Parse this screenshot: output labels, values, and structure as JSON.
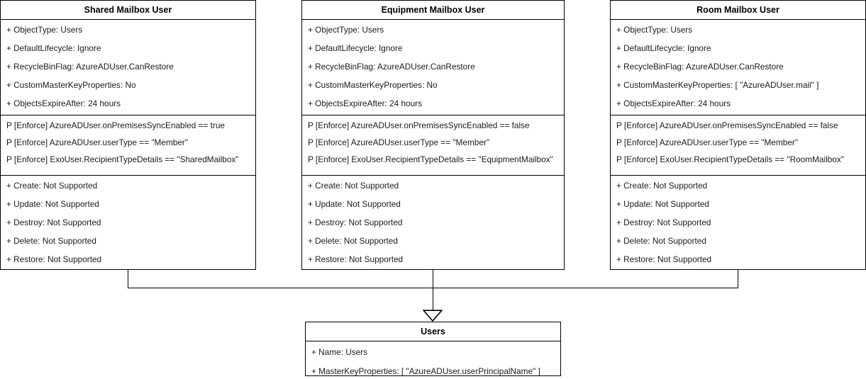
{
  "diagram": {
    "type": "uml-class-diagram",
    "relationship": "generalization",
    "arrowhead": "hollow-triangle"
  },
  "classes": [
    {
      "id": "shared",
      "name": "Shared Mailbox User",
      "attributes": [
        "+ ObjectType: Users",
        "+ DefaultLifecycle: Ignore",
        "+ RecycleBinFlag: AzureADUser.CanRestore",
        "+ CustomMasterKeyProperties: No",
        "+ ObjectsExpireAfter: 24 hours"
      ],
      "constraints": [
        "P [Enforce] AzureADUser.onPremisesSyncEnabled == true",
        "P [Enforce] AzureADUser.userType == \"Member\"",
        "P [Enforce] ExoUser.RecipientTypeDetails == \"SharedMailbox\""
      ],
      "operations": [
        "+ Create: Not Supported",
        "+ Update: Not Supported",
        "+ Destroy: Not Supported",
        "+ Delete: Not Supported",
        "+ Restore: Not Supported"
      ]
    },
    {
      "id": "equipment",
      "name": "Equipment Mailbox User",
      "attributes": [
        "+ ObjectType: Users",
        "+ DefaultLifecycle: Ignore",
        "+ RecycleBinFlag: AzureADUser.CanRestore",
        "+ CustomMasterKeyProperties: No",
        "+ ObjectsExpireAfter: 24 hours"
      ],
      "constraints": [
        "P [Enforce] AzureADUser.onPremisesSyncEnabled == false",
        "P [Enforce] AzureADUser.userType == \"Member\"",
        "P [Enforce] ExoUser.RecipientTypeDetails == \"EquipmentMailbox\""
      ],
      "operations": [
        "+ Create: Not Supported",
        "+ Update: Not Supported",
        "+ Destroy: Not Supported",
        "+ Delete: Not Supported",
        "+ Restore: Not Supported"
      ]
    },
    {
      "id": "room",
      "name": "Room Mailbox User",
      "attributes": [
        "+ ObjectType: Users",
        "+ DefaultLifecycle: Ignore",
        "+ RecycleBinFlag: AzureADUser.CanRestore",
        "+ CustomMasterKeyProperties: [ \"AzureADUser.mail\" ]",
        "+ ObjectsExpireAfter: 24 hours"
      ],
      "constraints": [
        "P [Enforce] AzureADUser.onPremisesSyncEnabled == false",
        "P [Enforce] AzureADUser.userType == \"Member\"",
        "P [Enforce] ExoUser.RecipientTypeDetails == \"RoomMailbox\""
      ],
      "operations": [
        "+ Create: Not Supported",
        "+ Update: Not Supported",
        "+ Destroy: Not Supported",
        "+ Delete: Not Supported",
        "+ Restore: Not Supported"
      ]
    }
  ],
  "superclass": {
    "id": "users",
    "name": "Users",
    "attributes": [
      "+ Name: Users",
      "+ MasterKeyProperties: [ \"AzureADUser.userPrincipalName\" ]"
    ]
  },
  "colors": {
    "stroke": "#000000",
    "background": "#ffffff",
    "text": "#1a1a1a"
  }
}
